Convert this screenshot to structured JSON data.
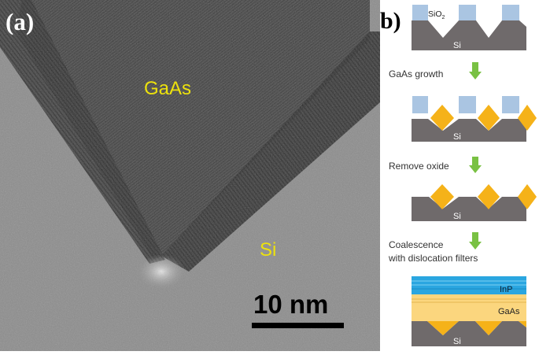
{
  "panel_a": {
    "label": "(a)",
    "material_labels": {
      "gaas": "GaAs",
      "si": "Si"
    },
    "scale_bar_text": "10 nm"
  },
  "panel_b": {
    "label": "(b)",
    "schematic_labels": {
      "sio2_main": "SiO",
      "sio2_sub": "2",
      "si": "Si",
      "gaas": "GaAs",
      "inp": "InP"
    },
    "steps": [
      {
        "text_lines": [
          "GaAs growth"
        ]
      },
      {
        "text_lines": [
          "Remove oxide"
        ]
      },
      {
        "text_lines": [
          "Coalescence",
          "with dislocation filters"
        ]
      }
    ]
  },
  "colors": {
    "si": "#6f6a6b",
    "sio2": "#aac5e2",
    "gaas": "#f5b219",
    "gaas_layer": "#fbd67e",
    "inp": "#2aa6e0",
    "arrow": "#79c143",
    "label_yellow": "#ede20c"
  }
}
